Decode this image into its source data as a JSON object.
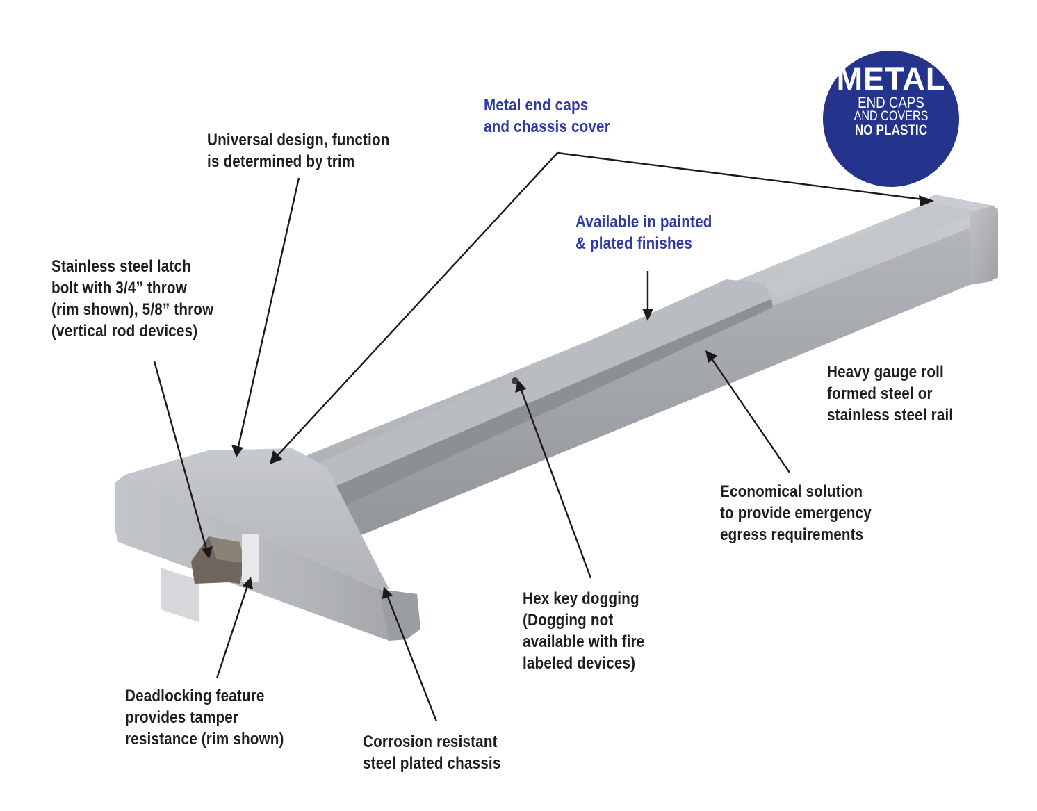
{
  "badge": {
    "line1": "METAL",
    "line2": "END CAPS",
    "line3": "AND COVERS",
    "line4": "NO PLASTIC",
    "color": "#24338c"
  },
  "callouts": {
    "metal_end_caps": "Metal end caps\nand chassis cover",
    "universal_design": "Universal design, function\nis determined by trim",
    "painted_finishes": "Available in painted\n& plated finishes",
    "latch_bolt": "Stainless steel latch\nbolt with 3/4” throw\n(rim shown), 5/8” throw\n(vertical rod devices)",
    "heavy_gauge": "Heavy gauge roll\nformed steel or\nstainless steel rail",
    "economical": "Economical solution\nto provide emergency\negress requirements",
    "hex_key": "Hex key dogging\n(Dogging not\navailable with fire\nlabeled devices)",
    "deadlocking": "Deadlocking feature\nprovides tamper\nresistance (rim shown)",
    "corrosion": "Corrosion resistant\nsteel plated chassis"
  },
  "colors": {
    "accent_text": "#2f3aa6",
    "body_text": "#1e1e1e",
    "device_metal": "#a9acb1"
  }
}
